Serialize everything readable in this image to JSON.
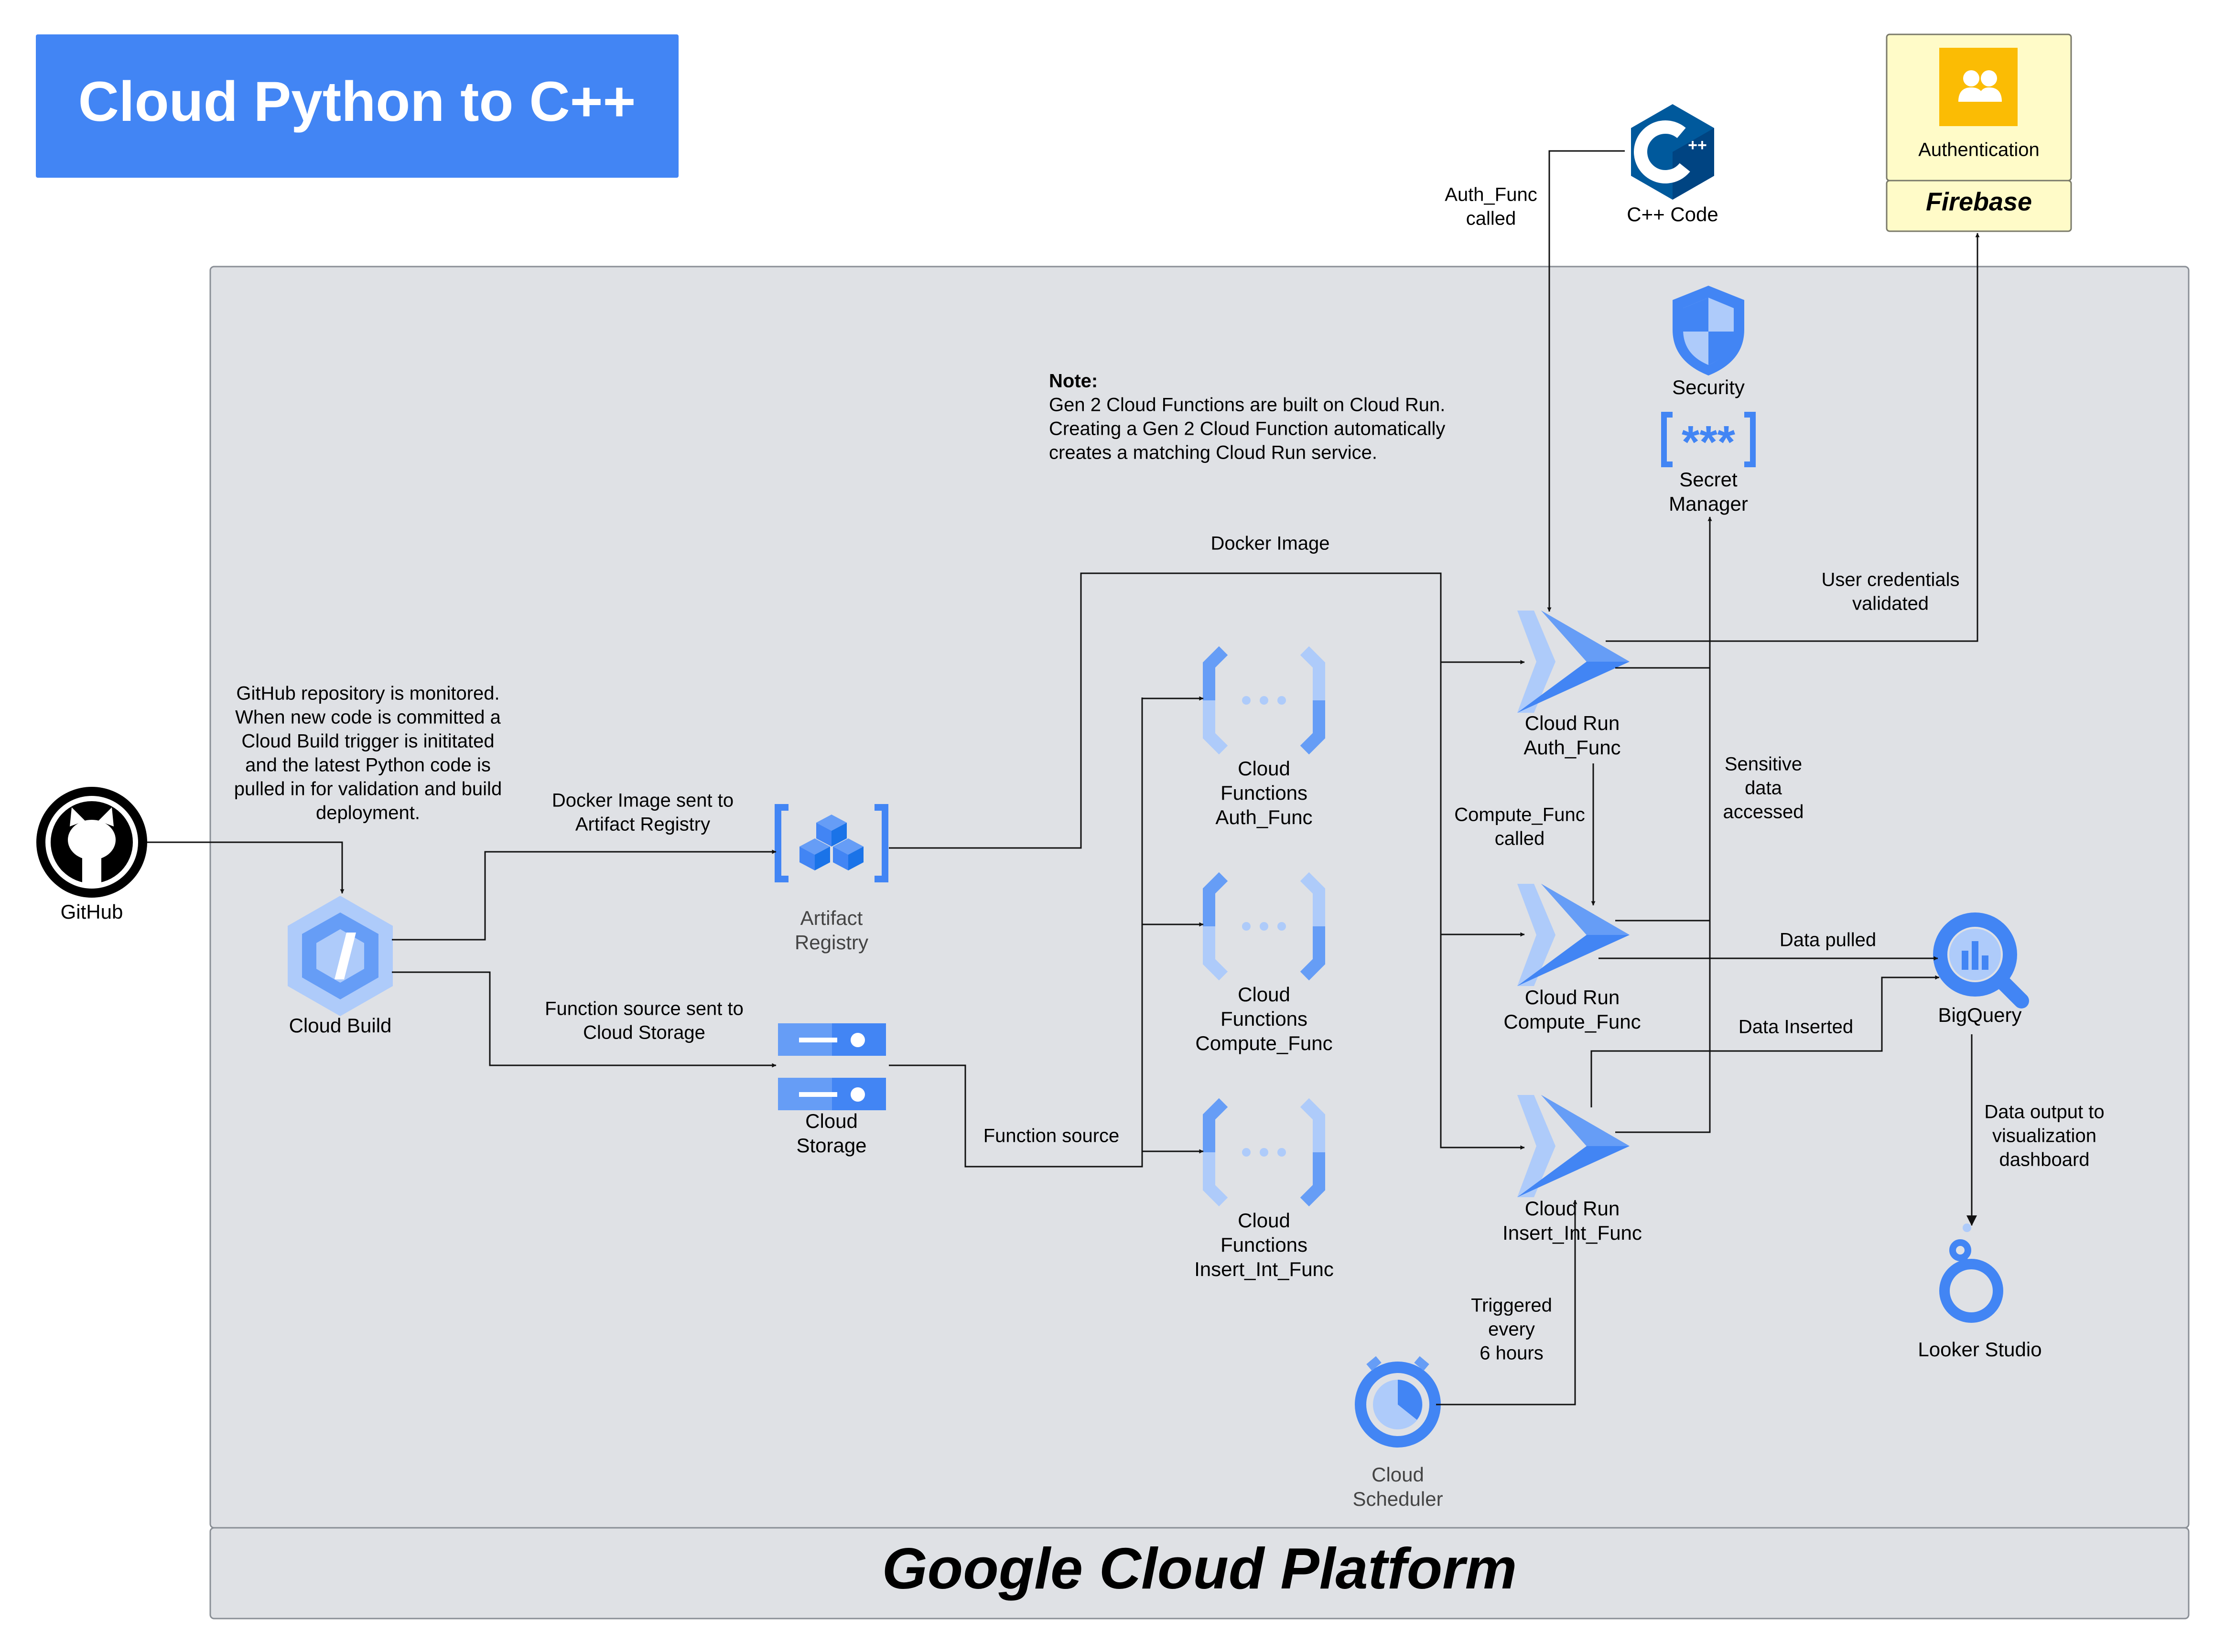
{
  "title_banner": {
    "text": "Cloud Python to C++",
    "color": "#4285F4"
  },
  "platform": {
    "label": "Google Cloud Platform",
    "bg": "#DFE1E5",
    "border": "#9AA0A6"
  },
  "firebase": {
    "service": "Authentication",
    "label": "Firebase",
    "bg": "#FFFBC8",
    "icon_color": "#FBBC04"
  },
  "external": {
    "cpp_code": "C++ Code",
    "github": "GitHub"
  },
  "nodes": {
    "cloud_build": "Cloud Build",
    "artifact_registry": [
      "Artifact",
      "Registry"
    ],
    "cloud_storage": [
      "Cloud",
      "Storage"
    ],
    "cf_auth": [
      "Cloud",
      "Functions",
      "Auth_Func"
    ],
    "cf_compute": [
      "Cloud",
      "Functions",
      "Compute_Func"
    ],
    "cf_insert": [
      "Cloud",
      "Functions",
      "Insert_Int_Func"
    ],
    "run_auth": [
      "Cloud Run",
      "Auth_Func"
    ],
    "run_compute": [
      "Cloud Run",
      "Compute_Func"
    ],
    "run_insert": [
      "Cloud Run",
      "Insert_Int_Func"
    ],
    "security": "Security",
    "secret_manager": [
      "Secret",
      "Manager"
    ],
    "bigquery": "BigQuery",
    "looker": "Looker Studio",
    "scheduler": [
      "Cloud",
      "Scheduler"
    ]
  },
  "note": {
    "heading": "Note:",
    "lines": [
      "Gen 2 Cloud Functions are built on Cloud Run.",
      "Creating a Gen 2 Cloud Function automatically",
      "creates a matching Cloud Run service."
    ]
  },
  "edge_labels": {
    "github_note": [
      "GitHub repository is monitored.",
      "When new code is committed a",
      "Cloud Build trigger is inititated",
      "and the latest Python code is",
      "pulled in for validation and build",
      "deployment."
    ],
    "docker_to_registry": [
      "Docker Image sent to",
      "Artifact Registry"
    ],
    "source_to_storage": [
      "Function source sent to",
      "Cloud Storage"
    ],
    "docker_image": "Docker Image",
    "function_source": "Function source",
    "auth_func_called": [
      "Auth_Func",
      "called"
    ],
    "compute_func_called": [
      "Compute_Func",
      "called"
    ],
    "sensitive_data": [
      "Sensitive",
      "data",
      "accessed"
    ],
    "user_credentials": [
      "User credentials",
      "validated"
    ],
    "data_pulled": "Data pulled",
    "data_inserted": "Data Inserted",
    "data_output": [
      "Data output to",
      "visualization",
      "dashboard"
    ],
    "triggered": [
      "Triggered",
      "every",
      "6 hours"
    ]
  },
  "colors": {
    "blue": "#4285F4",
    "blue_light": "#AECBFA",
    "blue_mid": "#669DF6",
    "cpp_blue": "#00599C",
    "cpp_dark": "#004482"
  }
}
